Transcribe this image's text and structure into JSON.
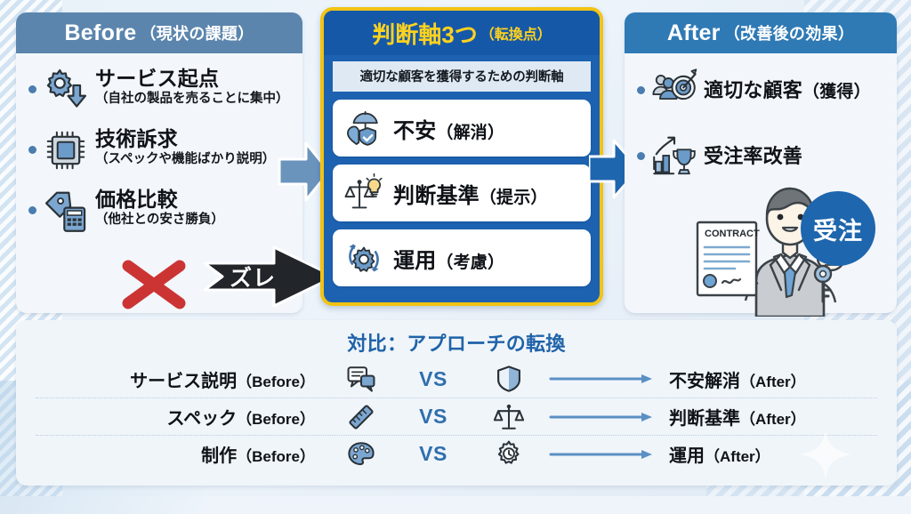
{
  "before_panel": {
    "head_main": "Before",
    "head_sub": "（現状の課題）",
    "items": [
      {
        "icon": "gear-down-arrow-icon",
        "title": "サービス起点",
        "note": "（自社の製品を売ることに集中）"
      },
      {
        "icon": "cpu-chip-icon",
        "title": "技術訴求",
        "note": "（スペックや機能ばかり説明）"
      },
      {
        "icon": "price-tag-calculator-icon",
        "title": "価格比較",
        "note": "（他社との安さ勝負）"
      }
    ],
    "mark": "red-x-icon",
    "gap_arrow_label": "ズレ"
  },
  "center_panel": {
    "head_main": "判断軸3つ",
    "head_sub": "（転換点）",
    "lead": "適切な顧客を獲得するための判断軸",
    "axes": [
      {
        "icon": "heart-umbrella-shield-icon",
        "label": "不安",
        "paren": "（解消）"
      },
      {
        "icon": "scale-lightbulb-icon",
        "label": "判断基準",
        "paren": "（提示）"
      },
      {
        "icon": "gear-refresh-icon",
        "label": "運用",
        "paren": "（考慮）"
      }
    ]
  },
  "after_panel": {
    "head_main": "After",
    "head_sub": "（改善後の効果）",
    "items": [
      {
        "icon": "people-target-icon",
        "title": "適切な顧客",
        "paren": "（獲得）"
      },
      {
        "icon": "growth-trophy-icon",
        "title": "受注率改善",
        "paren": ""
      }
    ],
    "illustration": {
      "icon": "businessman-contract-key-illustration",
      "document_label": "CONTRACT",
      "badge_label": "受注"
    }
  },
  "compare_panel": {
    "title": "対比：アプローチの転換",
    "vs_label": "VS",
    "rows": [
      {
        "left": "サービス説明",
        "left_en": "（Before）",
        "left_icon": "speech-bubbles-icon",
        "right_icon": "shield-icon",
        "right": "不安解消",
        "right_en": "（After）"
      },
      {
        "left": "スペック",
        "left_en": "（Before）",
        "left_icon": "ruler-icon",
        "right_icon": "scale-icon",
        "right": "判断基準",
        "right_en": "（After）"
      },
      {
        "left": "制作",
        "left_en": "（Before）",
        "left_icon": "palette-icon",
        "right_icon": "gear-clock-icon",
        "right": "運用",
        "right_en": "（After）"
      }
    ]
  },
  "colors": {
    "before_header": "#5b85ad",
    "after_header": "#2f7ab5",
    "center_header": "#1658a8",
    "center_border": "#f2c314",
    "center_accent_text": "#ffd21e",
    "compare_title": "#1f63a8",
    "icon_blue": "#6b9bc9",
    "red_x": "#cc3434",
    "arrow_blue": "#6b94bd",
    "arrow_deep_blue": "#1e66ae"
  }
}
